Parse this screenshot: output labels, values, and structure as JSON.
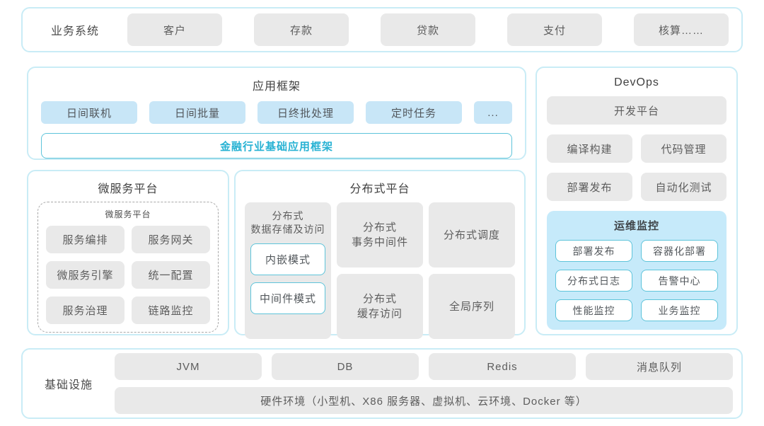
{
  "business_system": {
    "label": "业务系统",
    "items": [
      "客户",
      "存款",
      "贷款",
      "支付",
      "核算……"
    ]
  },
  "app_framework": {
    "title": "应用框架",
    "items": [
      "日间联机",
      "日间批量",
      "日终批处理",
      "定时任务"
    ],
    "more": "...",
    "base": "金融行业基础应用框架"
  },
  "devops": {
    "title": "DevOps",
    "dev_platform": "开发平台",
    "tools": [
      "编译构建",
      "代码管理",
      "部署发布",
      "自动化测试"
    ],
    "ops_monitor": {
      "title": "运维监控",
      "items": [
        "部署发布",
        "容器化部署",
        "分布式日志",
        "告警中心",
        "性能监控",
        "业务监控"
      ]
    }
  },
  "microservice": {
    "title": "微服务平台",
    "inner_title": "微服务平台",
    "items": [
      "服务编排",
      "服务网关",
      "微服务引擎",
      "统一配置",
      "服务治理",
      "链路监控"
    ]
  },
  "distributed": {
    "title": "分布式平台",
    "storage": {
      "label": "分布式\n数据存储及访问",
      "modes": [
        "内嵌模式",
        "中间件模式"
      ]
    },
    "cells": [
      "分布式\n事务中间件",
      "分布式调度",
      "分布式\n缓存访问",
      "全局序列"
    ]
  },
  "infrastructure": {
    "label": "基础设施",
    "items": [
      "JVM",
      "DB",
      "Redis",
      "消息队列"
    ],
    "hardware": "硬件环境（小型机、X86 服务器、虚拟机、云环境、Docker 等）"
  },
  "colors": {
    "container_border": "#c9ecf6",
    "gray_fill": "#e9e9e9",
    "blue_fill": "#c8e6f7",
    "ops_panel_fill": "#c6eafa",
    "teal_border": "#5ec4da",
    "teal_text": "#27b2d3"
  }
}
